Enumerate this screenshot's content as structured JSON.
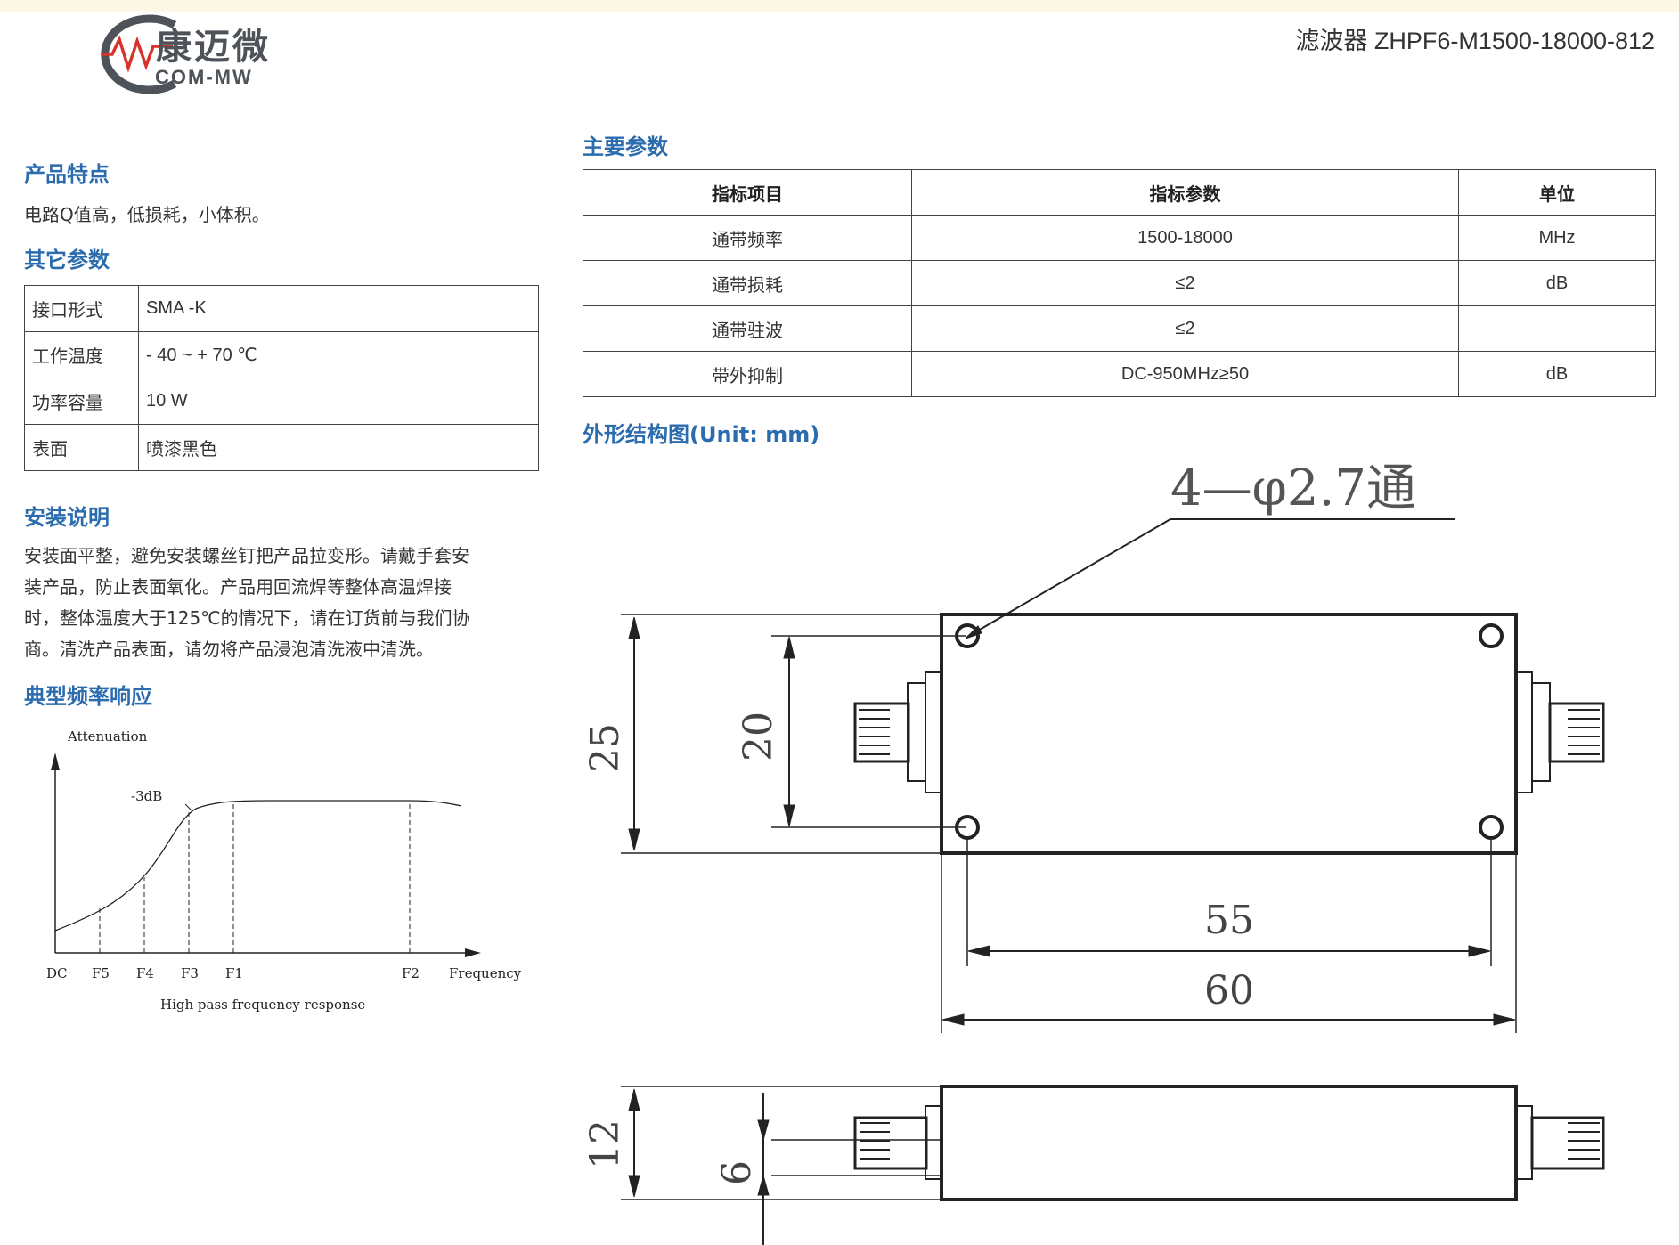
{
  "header": {
    "logo_cn": "康迈微",
    "logo_en": "COM-MW",
    "doc_title": "滤波器 ZHPF6-M1500-18000-812"
  },
  "features": {
    "heading": "产品特点",
    "text": "电路Q值高，低损耗，小体积。"
  },
  "other_params": {
    "heading": "其它参数",
    "rows": [
      {
        "name": "接口形式",
        "value": "SMA -K"
      },
      {
        "name": "工作温度",
        "value": "- 40 ~ + 70 ℃"
      },
      {
        "name": "功率容量",
        "value": "10 W"
      },
      {
        "name": "表面",
        "value": "喷漆黑色"
      }
    ]
  },
  "install": {
    "heading": "安装说明",
    "lines": [
      "安装面平整，避免安装螺丝钉把产品拉变形。请戴手套安",
      "装产品，防止表面氧化。产品用回流焊等整体高温焊接",
      "时，整体温度大于125℃的情况下，请在订货前与我们协",
      "商。清洗产品表面，请勿将产品浸泡清洗液中清洗。"
    ]
  },
  "response": {
    "heading": "典型频率响应",
    "y_label": "Attenuation",
    "x_label": "Frequency",
    "marker": "-3dB",
    "ticks": [
      "DC",
      "F5",
      "F4",
      "F3",
      "F1",
      "F2"
    ],
    "caption": "High pass frequency response"
  },
  "main_params": {
    "heading": "主要参数",
    "columns": [
      "指标项目",
      "指标参数",
      "单位"
    ],
    "rows": [
      {
        "item": "通带频率",
        "value": "1500-18000",
        "unit": "MHz"
      },
      {
        "item": "通带损耗",
        "value": "≤2",
        "unit": "dB"
      },
      {
        "item": "通带驻波",
        "value": "≤2",
        "unit": ""
      },
      {
        "item": "带外抑制",
        "value": "DC-950MHz≥50",
        "unit": "dB"
      }
    ]
  },
  "outline": {
    "heading": "外形结构图(Unit: mm)",
    "hole_note": "4—φ2.7通",
    "dims": {
      "height_outer": "25",
      "height_inner": "20",
      "width_inner": "55",
      "width_outer": "60",
      "thickness": "12",
      "conn_offset": "6"
    }
  },
  "colors": {
    "heading": "#2b6cae",
    "logo_red": "#d9312b",
    "logo_gray": "#4d5358"
  }
}
